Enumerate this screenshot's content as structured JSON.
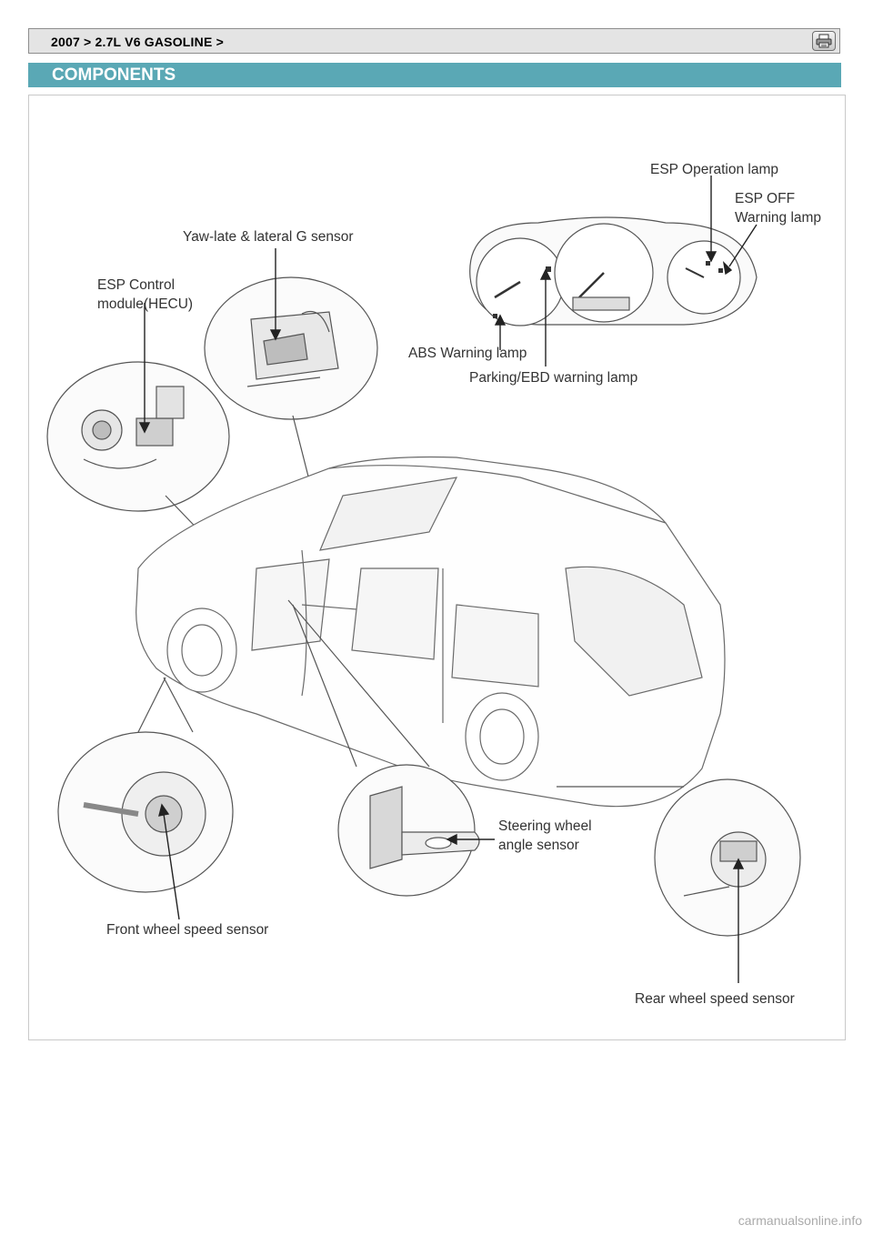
{
  "header": {
    "breadcrumb": "2007 > 2.7L V6 GASOLINE >",
    "print_icon": "printer-icon"
  },
  "section": {
    "title": "COMPONENTS"
  },
  "figure": {
    "labels": {
      "esp_operation_lamp": "ESP Operation lamp",
      "esp_off_warning_lamp": "ESP OFF\nWarning lamp",
      "yaw_sensor": "Yaw-late & lateral G sensor",
      "esp_control_module": "ESP Control\nmodule(HECU)",
      "abs_warning_lamp": "ABS Warning lamp",
      "parking_ebd_lamp": "Parking/EBD warning lamp",
      "steering_angle_sensor": "Steering wheel\nangle sensor",
      "front_wheel_sensor": "Front wheel speed sensor",
      "rear_wheel_sensor": "Rear wheel speed sensor"
    }
  },
  "footer": {
    "watermark": "carmanualsonline.info"
  }
}
